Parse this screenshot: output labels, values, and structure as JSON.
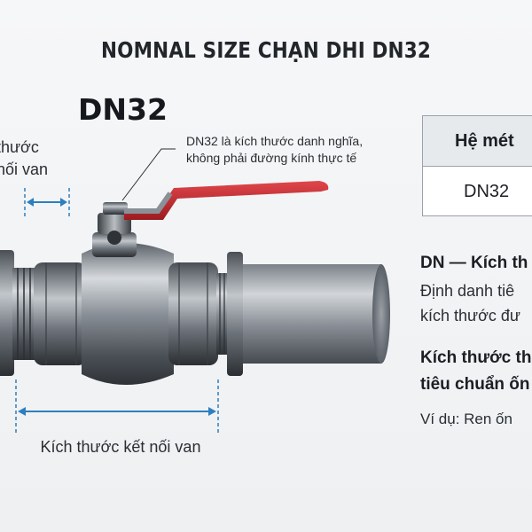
{
  "title": "NOMNAL SIZE CHẠN DHI DN32",
  "dn_label": "DN32",
  "callout": {
    "line1": "DN32 là kích thước danh nghĩa,",
    "line2": "không phải đường kính thực tế"
  },
  "left_label": {
    "line1": "thước",
    "line2": "nối van"
  },
  "bottom_label": "Kích thước kết nối van",
  "table": {
    "header": "Hệ mét",
    "value": "DN32"
  },
  "side": {
    "heading1": "DN — Kích th",
    "line1": "Định danh tiê",
    "line2": "kích thước đư",
    "heading2a": "Kích thước th",
    "heading2b": "tiêu chuẩn ốn",
    "example": "Ví dụ: Ren ốn"
  },
  "colors": {
    "handle": "#c8262b",
    "arrow": "#2e7fbf",
    "metal_dark": "#3f444a",
    "metal_light": "#c9ced3"
  }
}
